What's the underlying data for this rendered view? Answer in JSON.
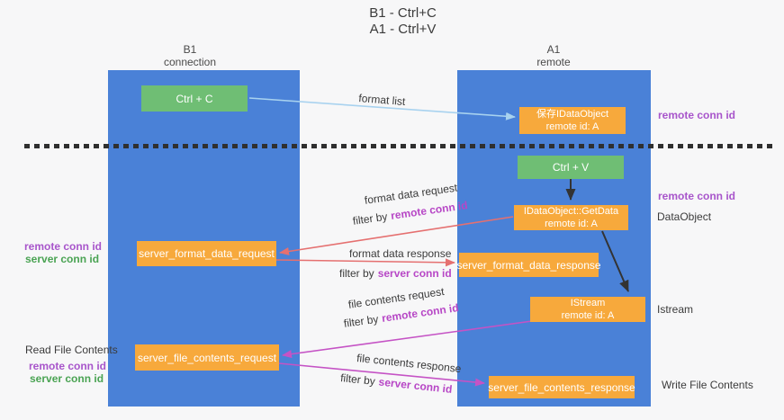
{
  "title": {
    "line1": "B1 - Ctrl+C",
    "line2": "A1 - Ctrl+V"
  },
  "lanes": {
    "left": {
      "name": "B1",
      "role": "connection"
    },
    "right": {
      "name": "A1",
      "role": "remote"
    }
  },
  "boxes": {
    "ctrl_c": {
      "label": "Ctrl + C"
    },
    "ctrl_v": {
      "label": "Ctrl + V"
    },
    "save_dataobject": {
      "line1": "保存IDataObject",
      "line2": "remote id: A"
    },
    "getdata": {
      "line1": "IDataObject::GetData",
      "line2": "remote id: A"
    },
    "istream": {
      "line1": "IStream",
      "line2": "remote id: A"
    },
    "server_format_data_request": {
      "label": "server_format_data_request"
    },
    "server_format_data_response": {
      "label": "server_format_data_response"
    },
    "server_file_contents_request": {
      "label": "server_file_contents_request"
    },
    "server_file_contents_response": {
      "label": "server_file_contents_response"
    }
  },
  "flow_labels": {
    "format_list": "format list",
    "format_data_request": "format data request",
    "format_data_response": "format data response",
    "file_contents_request": "file contents request",
    "file_contents_response": "file contents response",
    "filter_by": "filter by",
    "remote_conn_id": "remote conn id",
    "server_conn_id": "server conn id"
  },
  "side_labels": {
    "remote_conn_id": "remote conn id",
    "server_conn_id": "server conn id",
    "dataobject": "DataObject",
    "istream": "Istream",
    "read_file_contents": "Read File Contents",
    "write_file_contents": "Write File Contents"
  },
  "colors": {
    "lane_blue": "#4a81d7",
    "green_box": "#6fbe74",
    "orange_box": "#f7a93c",
    "purple": "#a855cb",
    "magenta": "#b747c6",
    "label_green": "#4aa353",
    "arrow_red": "#e57070",
    "arrow_magenta": "#c553c5",
    "arrow_blue": "#a8d2ef",
    "arrow_black": "#333333",
    "text_dark": "#3b3b3b",
    "background": "#f7f7f8"
  }
}
